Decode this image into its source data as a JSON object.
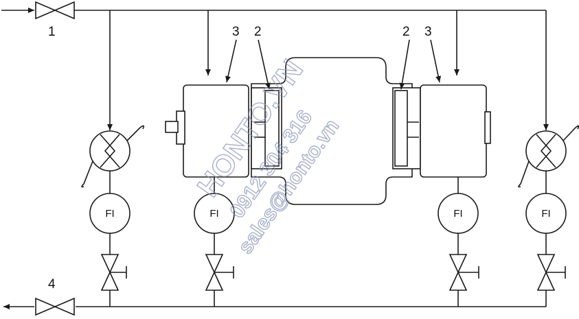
{
  "callouts": {
    "inlet_valve": "1",
    "outlet_valve": "4",
    "left_disc": "2",
    "left_block": "3",
    "right_disc": "2",
    "right_block": "3"
  },
  "flow_indicators": [
    "FI",
    "FI",
    "FI",
    "FI"
  ],
  "watermark": {
    "brand": "HONTO.VN",
    "phone": "0912 304 316",
    "email": "sales@honto.vn"
  },
  "colors": {
    "line": "#1a1a1a",
    "watermark": "#8a96b8",
    "background": "#ffffff"
  }
}
